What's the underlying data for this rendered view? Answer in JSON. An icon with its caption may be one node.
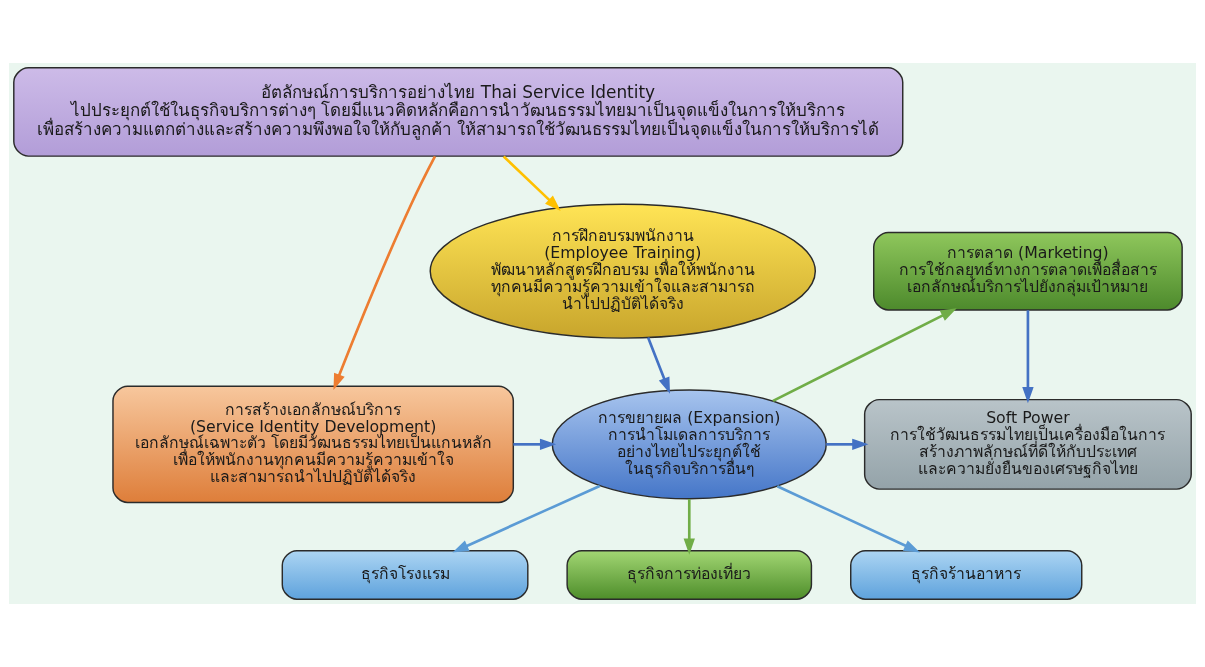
{
  "diagram": {
    "nodes": [
      {
        "text": [
          "อัตลักษณ์การบริการอย่างไทย Thai Service Identity",
          "ไปประยุกต์ใช้ในธุรกิจบริการต่างๆ โดยมีแนวคิดหลักคือการนำวัฒนธรรมไทยมาเป็นจุดแข็งในการให้บริการ เพื่อสร้างความแตกต่างและสร้างความพึงพอใจให้กับลูกค้า ให้สามารถใช้วัฒนธรรมไทยเป็นจุดแข็งในการให้บริการได้"
        ]
      },
      {
        "text": [
          "การฝึกอบรมพนักงาน",
          "(Employee Training)",
          "พัฒนาหลักสูตรฝึกอบรม เพื่อให้พนักงาน ทุกคนมีความรู้ความเข้าใจและสามารถ นำไปปฏิบัติได้จริง"
        ]
      },
      {
        "text": [
          "การสร้างเอกลักษณ์บริการ",
          "(Service Identity Development)",
          "เอกลักษณ์เฉพาะตัว โดยมีวัฒนธรรมไทยเป็นแกนหลัก เพื่อให้พนักงานทุกคนมีความรู้ความเข้าใจ และสามารถนำไปปฏิบัติได้จริง"
        ]
      },
      {
        "text": [
          "การตลาด (Marketing)",
          "การใช้กลยุทธ์ทางการตลาดเพื่อสื่อสาร เอกลักษณ์บริการไปยังกลุ่มเป้าหมาย"
        ]
      },
      {
        "text": [
          "การขยายผล (Expansion)",
          "การนำโมเดลการบริการ อย่างไทยไประยุกต์ใช้ ในธุรกิจบริการอื่นๆ"
        ]
      },
      {
        "text": [
          "Soft Power",
          "การใช้วัฒนธรรมไทยเป็นเครื่องมือในการ สร้างภาพลักษณ์ที่ดีให้กับประเทศ และความยั่งยืนของเศรษฐกิจไทย"
        ]
      },
      {
        "text": [
          "ธุรกิจโรงแรม"
        ]
      },
      {
        "text": [
          "ธุรกิจการท่องเที่ยว"
        ]
      },
      {
        "text": [
          "ธุรกิจร้านอาหาร"
        ]
      }
    ],
    "edges": [
      {
        "from": 0,
        "to": 1,
        "arrow": "to",
        "color": "#ffc000"
      },
      {
        "from": 0,
        "to": 2,
        "arrow": "to",
        "color": "#ed7d31"
      },
      {
        "from": 1,
        "to": 4,
        "arrow": "to"
      },
      {
        "from": 2,
        "to": 4,
        "arrow": "to"
      },
      {
        "from": 4,
        "to": 3,
        "arrow": "to",
        "color": "#70ad47"
      },
      {
        "from": 3,
        "to": 5,
        "arrow": "to"
      },
      {
        "from": 4,
        "to": 5,
        "arrow": "to"
      },
      {
        "from": 4,
        "to": 6,
        "arrow": "to",
        "color": "#5b9bd5"
      },
      {
        "from": 4,
        "to": 7,
        "arrow": "to",
        "color": "#70ad47"
      },
      {
        "from": 4,
        "to": 8,
        "arrow": "to",
        "color": "#5b9bd5"
      }
    ]
  }
}
